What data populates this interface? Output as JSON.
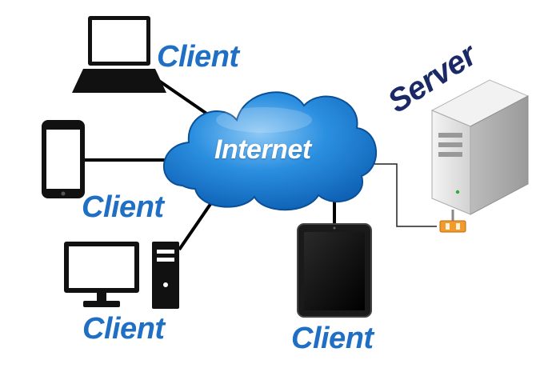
{
  "diagram": {
    "cloud_label": "Internet",
    "server_label": "Server",
    "client_labels": {
      "laptop": "Client",
      "phone": "Client",
      "desktop": "Client",
      "tablet": "Client"
    }
  },
  "colors": {
    "client_text": "#1f6fc4",
    "server_text": "#1b2a66",
    "cloud_fill": "#1a7fd9",
    "cloud_highlight": "#6fb8f2",
    "device_dark": "#111111",
    "server_case": "#e4e4e4",
    "connector_orange": "#f29a2e"
  },
  "icons": [
    "laptop-icon",
    "smartphone-icon",
    "desktop-monitor-icon",
    "desktop-tower-icon",
    "tablet-icon",
    "server-tower-icon",
    "network-connector-icon",
    "internet-cloud-icon"
  ]
}
